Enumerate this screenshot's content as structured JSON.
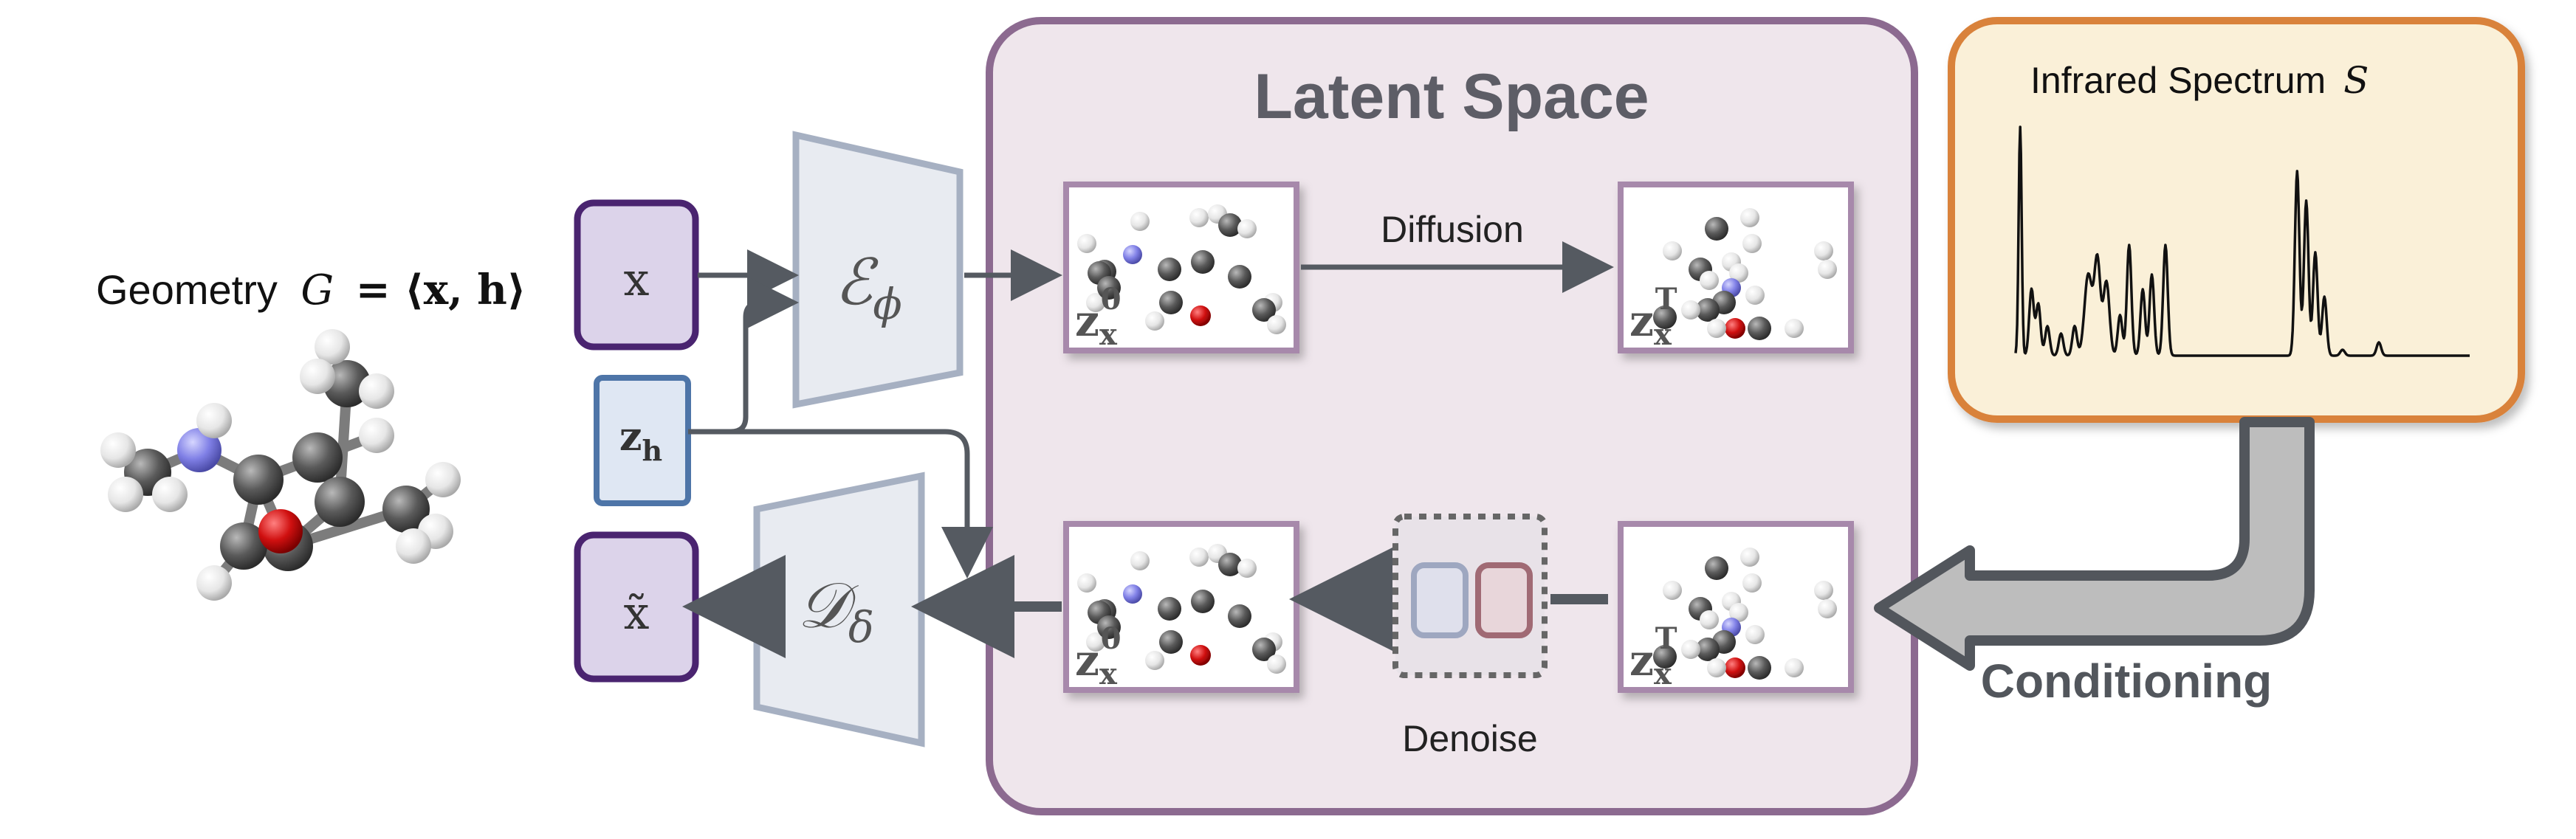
{
  "geometry": {
    "label": "Geometry",
    "formula_symbol": "G",
    "formula_rest": "= ⟨x, h⟩"
  },
  "inputs": {
    "x_label": "x",
    "zh_label": "z",
    "zh_sub": "h",
    "xtilde_label": "x̃"
  },
  "encoder": {
    "symbol": "ℰ",
    "sub": "ϕ"
  },
  "decoder": {
    "symbol": "𝒟",
    "sub": "δ"
  },
  "latent": {
    "title": "Latent Space",
    "diffusion_label": "Diffusion",
    "denoise_label": "Denoise",
    "z0": {
      "base": "z",
      "sub": "x",
      "sup": "0"
    },
    "zT": {
      "base": "z",
      "sub": "x",
      "sup": "T"
    }
  },
  "spectrum": {
    "title": "Infrared Spectrum",
    "symbol": "S"
  },
  "conditioning": {
    "label": "Conditioning"
  },
  "colors": {
    "latent_fill": "#efe6ec",
    "latent_border": "#8c6a90",
    "purple_fill": "#dcd3ea",
    "purple_border": "#4a2470",
    "blue_fill": "#dfe7f3",
    "blue_border": "#4e75a8",
    "coder_fill": "#e8ebf1",
    "coder_border": "#a6b0c2",
    "spectrum_fill": "#faf0d8",
    "spectrum_border": "#d9823a",
    "arrow": "#555a61",
    "nitrogen": "#8c8cf0",
    "oxygen": "#cc1111",
    "carbon": "#5e5e5e",
    "hydrogen": "#f1f1f1"
  }
}
